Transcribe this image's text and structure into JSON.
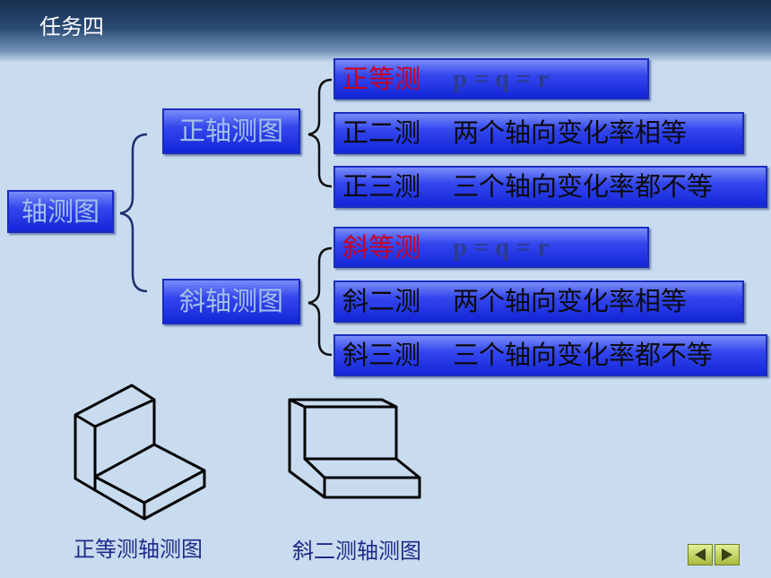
{
  "header": {
    "title": "任务四"
  },
  "root": {
    "label": "轴测图"
  },
  "branches": [
    {
      "label": "正轴测图",
      "items": [
        {
          "name": "正等测",
          "highlight": true,
          "formula": "p = q = r",
          "desc": ""
        },
        {
          "name": "正二测",
          "highlight": false,
          "formula": "",
          "desc": "两个轴向变化率相等"
        },
        {
          "name": "正三测",
          "highlight": false,
          "formula": "",
          "desc": "三个轴向变化率都不等"
        }
      ]
    },
    {
      "label": "斜轴测图",
      "items": [
        {
          "name": "斜等测",
          "highlight": true,
          "formula": "p = q = r",
          "desc": ""
        },
        {
          "name": "斜二测",
          "highlight": false,
          "formula": "",
          "desc": "两个轴向变化率相等"
        },
        {
          "name": "斜三测",
          "highlight": false,
          "formula": "",
          "desc": "三个轴向变化率都不等"
        }
      ]
    }
  ],
  "figures": {
    "isometric_caption": "正等测轴测图",
    "oblique_caption": "斜二测轴测图"
  },
  "nav": {
    "prev_icon": "triangle-left-icon",
    "next_icon": "triangle-right-icon"
  },
  "colors": {
    "box_blue": "#3447ee",
    "highlight_red": "#c80022",
    "background": "#c9dbef"
  }
}
